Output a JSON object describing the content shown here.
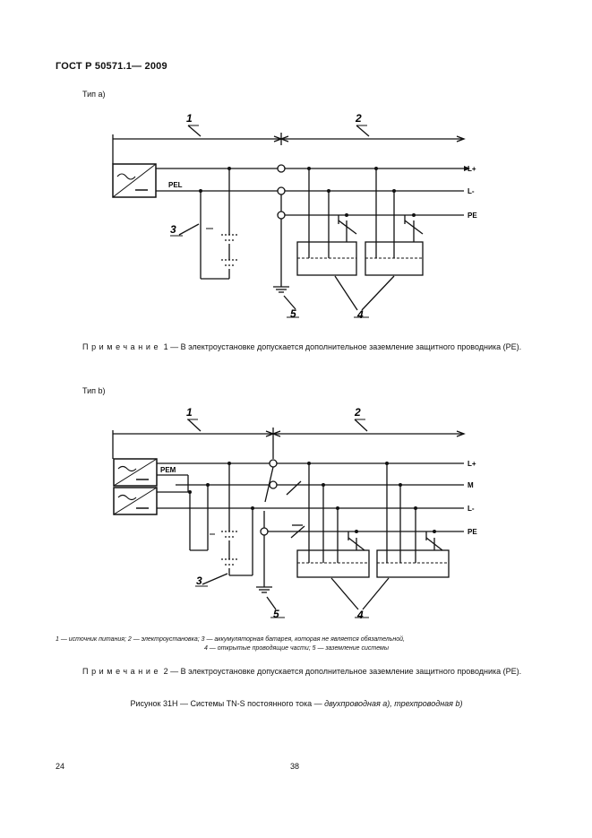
{
  "header": {
    "doc_id": "ГОСТ Р 50571.1— 2009"
  },
  "diagram_a": {
    "type_label": "Тип а)",
    "conductors": {
      "pel": "PEL",
      "l_plus": "L+",
      "l_minus": "L-",
      "pe": "PE"
    },
    "refs": {
      "r1": "1",
      "r2": "2",
      "r3": "3",
      "r4": "4",
      "r5": "5"
    }
  },
  "note1": {
    "prefix": "Примечание",
    "text": " 1 — В электроустановке  допускается дополнительное заземление защитного проводника (PE)."
  },
  "diagram_b": {
    "type_label": "Тип b)",
    "conductors": {
      "pem": "PEM",
      "l_plus": "L+",
      "m": "M",
      "l_minus": "L-",
      "pe": "PE"
    },
    "refs": {
      "r1": "1",
      "r2": "2",
      "r3": "3",
      "r4": "4",
      "r5": "5"
    }
  },
  "legend": {
    "line1": "1 — источник питания;  2 — электроустановка;  3 — аккумуляторная батарея, которая не является обязательной,",
    "line2": "4 — открытые проводящие части; 5 — заземление системы"
  },
  "note2": {
    "prefix": "Примечание",
    "text": " 2 — В электроустановке допускается дополнительное заземление защитного проводника (PE)."
  },
  "caption": {
    "main": "Рисунок 31Н — Системы  TN-S  постоянного тока — ",
    "italic": "двухпроводная а), трехпроводная b)"
  },
  "footer": {
    "page_left": "24",
    "page_center": "38"
  }
}
